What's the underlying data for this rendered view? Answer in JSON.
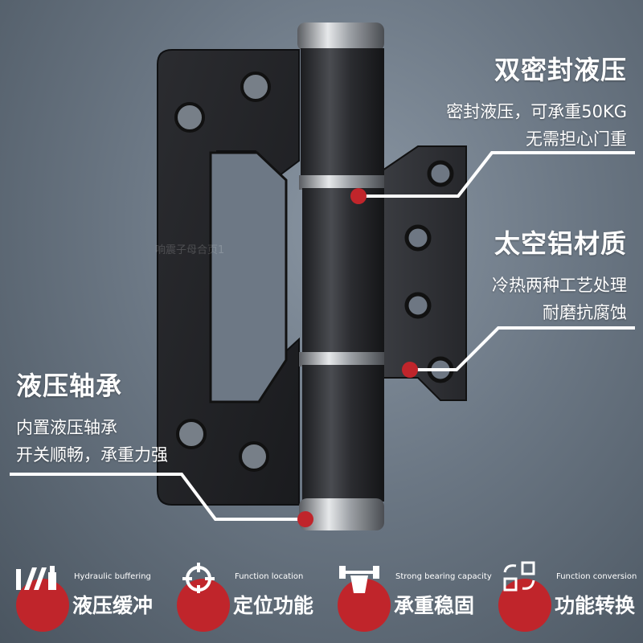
{
  "watermark": "响震子母合页1",
  "callouts": [
    {
      "title": "双密封液压",
      "lines": [
        "密封液压，可承重50KG",
        "无需担心门重"
      ]
    },
    {
      "title": "太空铝材质",
      "lines": [
        "冷热两种工艺处理",
        "耐磨抗腐蚀"
      ]
    },
    {
      "title": "液压轴承",
      "lines": [
        "内置液压轴承",
        "开关顺畅，承重力强"
      ]
    }
  ],
  "features": [
    {
      "en": "Hydraulic buffering",
      "cn": "液压缓冲",
      "icon": "hydraulic-icon"
    },
    {
      "en": "Function location",
      "cn": "定位功能",
      "icon": "crosshair-icon"
    },
    {
      "en": "Strong bearing capacity",
      "cn": "承重稳固",
      "icon": "weight-lift-icon"
    },
    {
      "en": "Function conversion",
      "cn": "功能转换",
      "icon": "conversion-icon"
    }
  ],
  "colors": {
    "accent": "#c0252b",
    "text": "#ffffff",
    "hinge": "#2a2b2e"
  }
}
